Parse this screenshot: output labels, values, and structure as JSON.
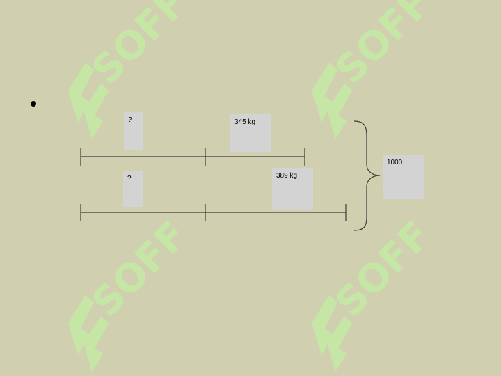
{
  "watermark": {
    "text": "SOFF",
    "color": "#c6e6a6"
  },
  "bullet": {
    "symbol": "•"
  },
  "bars": [
    {
      "unknown_label": "?",
      "known_label": "345 kg"
    },
    {
      "unknown_label": "?",
      "known_label": "389 kg"
    }
  ],
  "total": {
    "label": "1000"
  },
  "colors": {
    "background": "#d0d0b0",
    "box": "#d3d3d3",
    "line": "#3a3a3a"
  }
}
